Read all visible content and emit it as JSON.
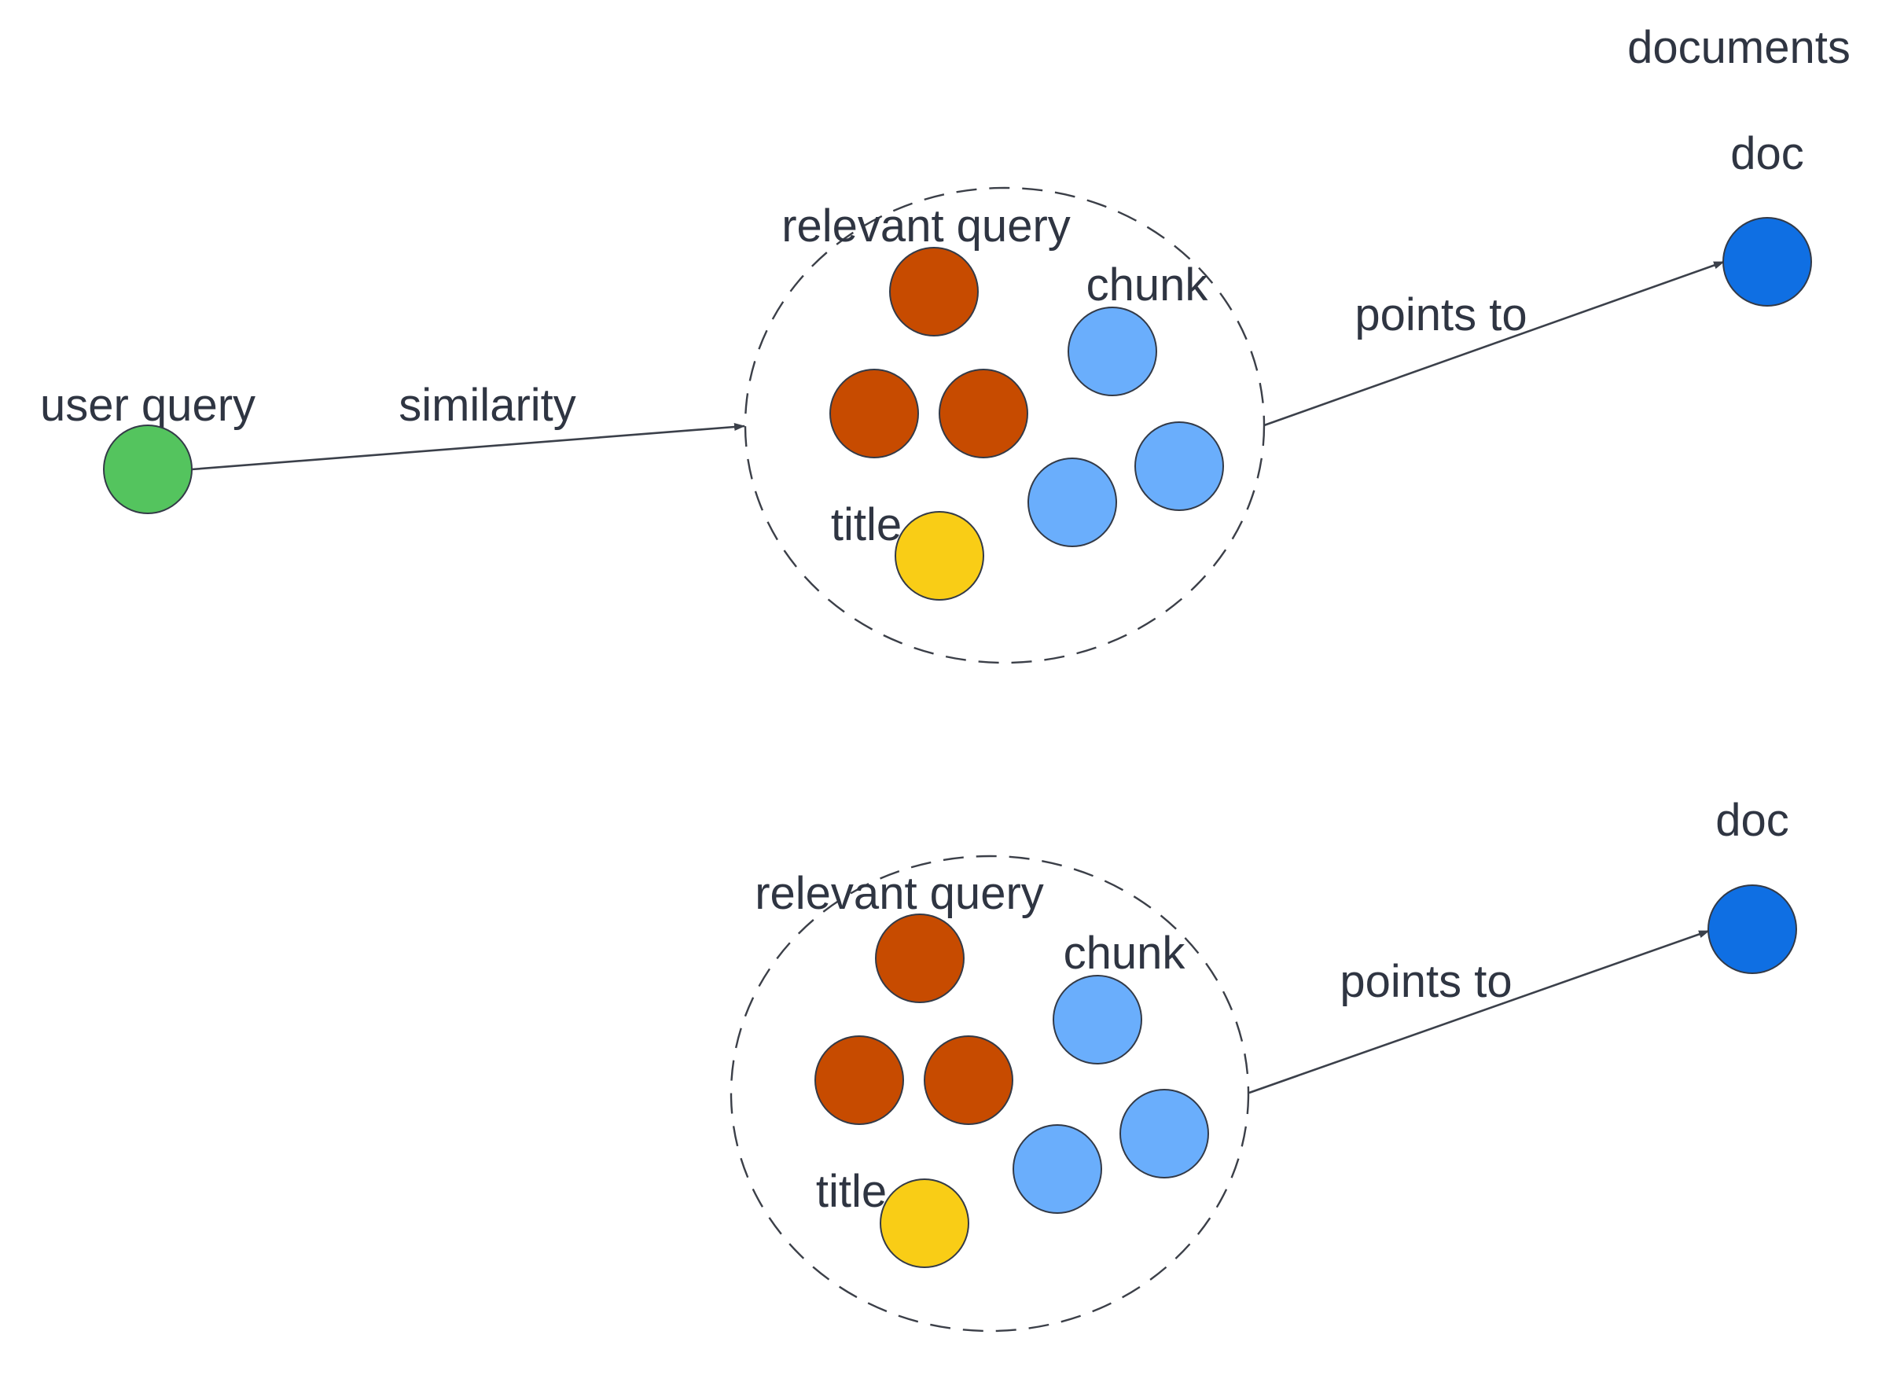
{
  "colors": {
    "user_query": "#54c45e",
    "relevant_query": "#c74b00",
    "chunk": "#6aaefc",
    "title": "#f9cd16",
    "doc": "#0f6fe3",
    "text": "#2f3542",
    "line": "#3b404a"
  },
  "header": {
    "documents_label": "documents"
  },
  "user_query": {
    "label": "user query"
  },
  "edges": {
    "similarity_label": "similarity",
    "points_to_label_1": "points to",
    "points_to_label_2": "points to"
  },
  "group1": {
    "relevant_query_label": "relevant query",
    "chunk_label": "chunk",
    "title_label": "title"
  },
  "group2": {
    "relevant_query_label": "relevant query",
    "chunk_label": "chunk",
    "title_label": "title"
  },
  "doc1": {
    "label": "doc"
  },
  "doc2": {
    "label": "doc"
  }
}
